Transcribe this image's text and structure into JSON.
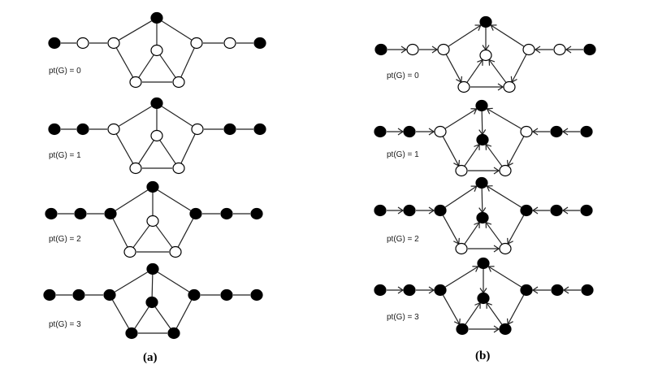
{
  "panels": [
    {
      "caption": "(a)",
      "directed": false,
      "graphs": [
        {
          "label": "pt(G) = 0",
          "filled": [
            1,
            0,
            0,
            1,
            0,
            0,
            0,
            0,
            0,
            1
          ]
        },
        {
          "label": "pt(G) = 1",
          "filled": [
            1,
            1,
            0,
            1,
            0,
            0,
            0,
            0,
            1,
            1
          ]
        },
        {
          "label": "pt(G) = 2",
          "filled": [
            1,
            1,
            1,
            1,
            0,
            0,
            0,
            1,
            1,
            1
          ]
        },
        {
          "label": "pt(G) = 3",
          "filled": [
            1,
            1,
            1,
            1,
            1,
            1,
            1,
            1,
            1,
            1
          ]
        }
      ]
    },
    {
      "caption": "(b)",
      "directed": true,
      "graphs": [
        {
          "label": "pt(G) = 0",
          "filled": [
            1,
            0,
            0,
            1,
            0,
            0,
            0,
            0,
            0,
            1
          ]
        },
        {
          "label": "pt(G) = 1",
          "filled": [
            1,
            1,
            0,
            1,
            1,
            0,
            0,
            0,
            1,
            1
          ]
        },
        {
          "label": "pt(G) = 2",
          "filled": [
            1,
            1,
            1,
            1,
            1,
            0,
            0,
            1,
            1,
            1
          ]
        },
        {
          "label": "pt(G) = 3",
          "filled": [
            1,
            1,
            1,
            1,
            1,
            1,
            1,
            1,
            1,
            1
          ]
        }
      ]
    }
  ],
  "graph_structure": {
    "nodes": [
      "leaf-left",
      "path-left",
      "pentagon-left",
      "pentagon-top",
      "center",
      "bottom-left",
      "bottom-right",
      "pentagon-right",
      "path-right",
      "leaf-right"
    ],
    "edges": [
      [
        0,
        1
      ],
      [
        1,
        2
      ],
      [
        2,
        3
      ],
      [
        2,
        5
      ],
      [
        5,
        6
      ],
      [
        5,
        4
      ],
      [
        6,
        4
      ],
      [
        3,
        4
      ],
      [
        7,
        3
      ],
      [
        7,
        6
      ],
      [
        8,
        7
      ],
      [
        9,
        8
      ]
    ]
  }
}
